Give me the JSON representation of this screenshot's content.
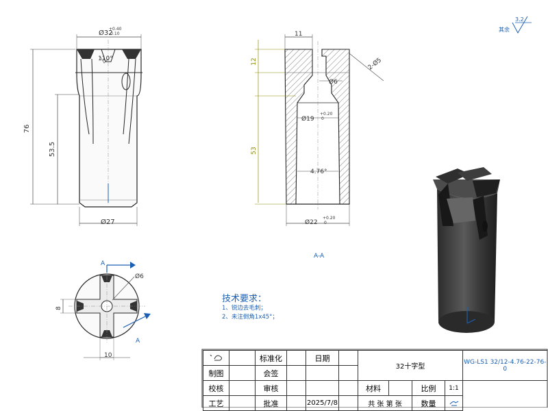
{
  "dims": {
    "front_top_dia": "32",
    "front_top_tol_upper": "+0.40",
    "front_top_tol_lower": "-0.10",
    "front_bottom_dia": "27",
    "front_total_len": "76",
    "front_body_len": "53.5",
    "front_angle": "110°",
    "section_top_width": "11",
    "section_top_len": "12",
    "section_chamfer": "2-Ø5",
    "section_hole_dia": "6",
    "section_bore_dia": "19",
    "section_bore_tol_upper": "+0.20",
    "section_bore_tol_lower": "0",
    "section_bore_len": "53",
    "section_taper": "4.76°",
    "section_bottom_dia": "22",
    "section_bottom_tol_upper": "+0.20",
    "section_bottom_tol_lower": "0",
    "section_label": "A-A",
    "plan_hole_dia": "6",
    "plan_height": "8",
    "plan_width": "10",
    "plan_cut_label": "A"
  },
  "roughness": {
    "prefix": "其余",
    "value": "3.2"
  },
  "requirements": {
    "title": "技术要求：",
    "items": [
      "1、锐边去毛刺；",
      "2、未注倒角1x45°；"
    ]
  },
  "title_block": {
    "r1c1": "标准化",
    "r1c2": "日期",
    "part_name": "32十字型",
    "drawing_no": "WG-LS1 32/12-4.76-22-76-0",
    "r2c0": "制图",
    "r2c1": "会签",
    "r3c0": "校核",
    "r3c1": "审核",
    "r3c3": "材料",
    "r3c5": "比例",
    "r3c6": "1:1",
    "r4c0": "工艺",
    "r4c1": "批准",
    "r4c2": "2025/7/8",
    "r4c3": "共 张 第 张",
    "r4c5": "数量"
  }
}
